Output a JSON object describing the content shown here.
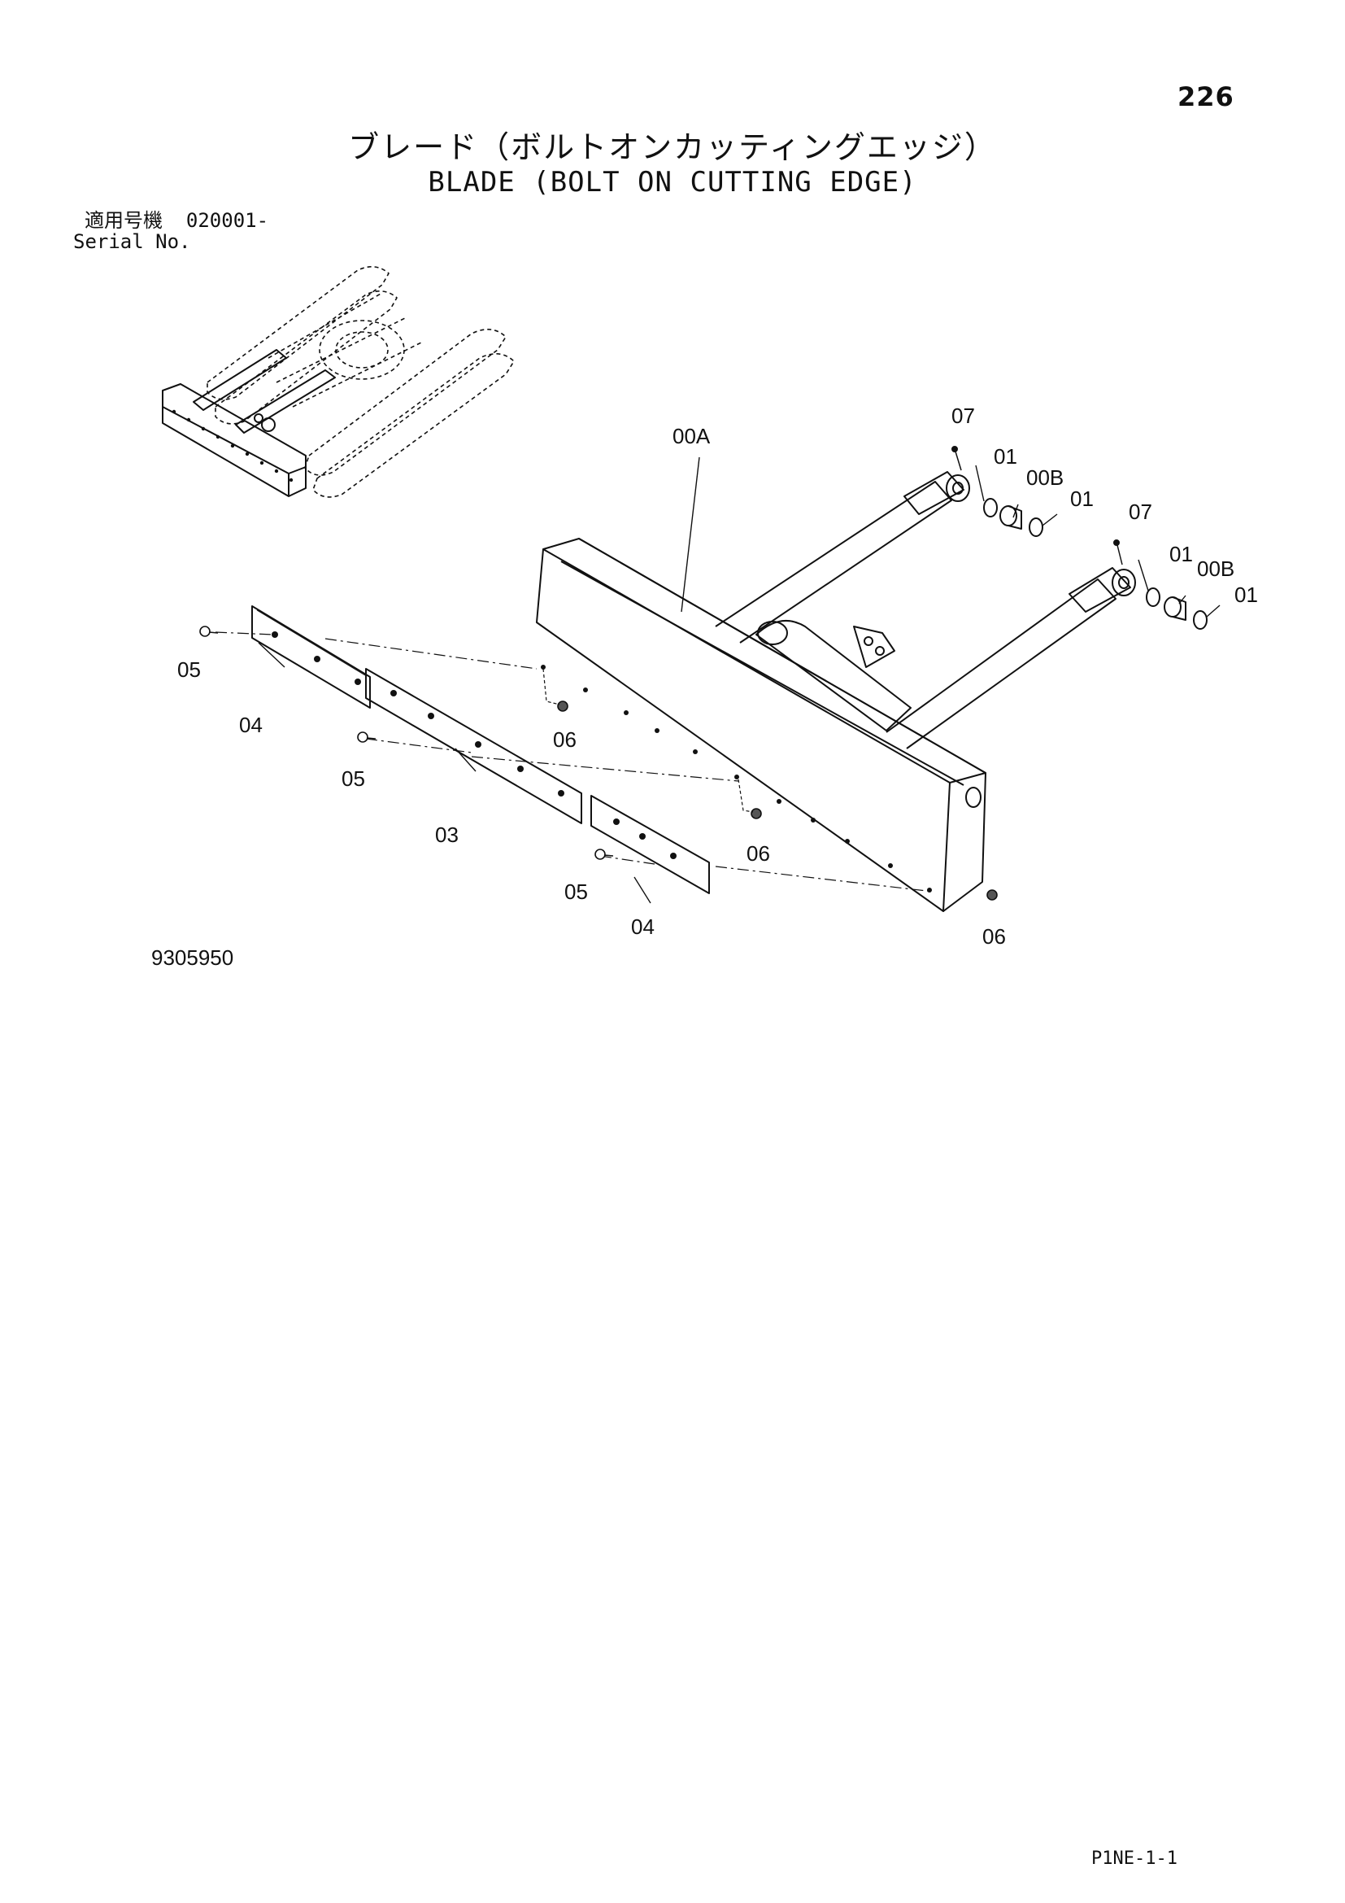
{
  "header": {
    "page_number": "226",
    "title_jp": "ブレード（ボルトオンカッティングエッジ）",
    "title_en": "BLADE (BOLT ON CUTTING EDGE)",
    "serial_label_jp": "適用号機",
    "serial_value": "020001-",
    "serial_label_en": "Serial No."
  },
  "callouts": {
    "blade_assembly": "00A",
    "bushing_right": "00B",
    "bushing_left": "00B",
    "ring_r1": "01",
    "ring_r2": "01",
    "ring_l1": "01",
    "ring_l2": "01",
    "fitting_right": "07",
    "fitting_left": "07",
    "edge_left": "04",
    "edge_center": "03",
    "edge_right": "04",
    "bolt_left": "05",
    "bolt_center": "05",
    "bolt_right": "05",
    "nut_left": "06",
    "nut_center": "06",
    "nut_right": "06"
  },
  "footer": {
    "drawing_number": "9305950",
    "page_code": "P1NE-1-1"
  }
}
